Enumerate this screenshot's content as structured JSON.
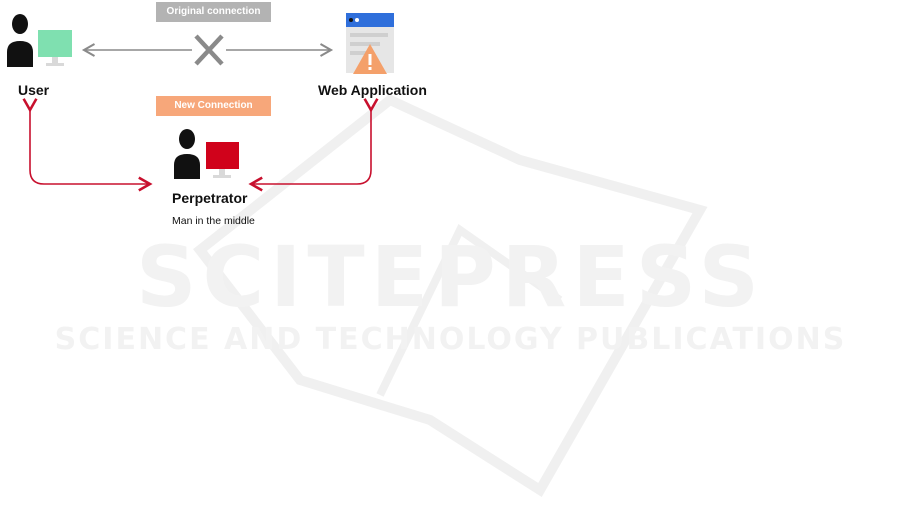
{
  "nodes": {
    "user": {
      "label": "User"
    },
    "web_app": {
      "label": "Web Application"
    },
    "perpetrator": {
      "label": "Perpetrator",
      "sublabel": "Man in the middle"
    }
  },
  "connections": {
    "original": {
      "label": "Original connection",
      "color": "#b3b3b3",
      "status": "severed"
    },
    "new": {
      "label": "New Connection",
      "color": "#f7a77a"
    }
  },
  "colors": {
    "user_monitor": "#7fe0b0",
    "perpetrator_monitor": "#d0021b",
    "attack_arrow": "#c8102e",
    "app_header": "#2f6fdb",
    "warning": "#f4a06a",
    "original_arrow": "#8a8a8a"
  },
  "watermark": {
    "line1": "SCITEPRESS",
    "line2": "SCIENCE AND TECHNOLOGY PUBLICATIONS"
  }
}
